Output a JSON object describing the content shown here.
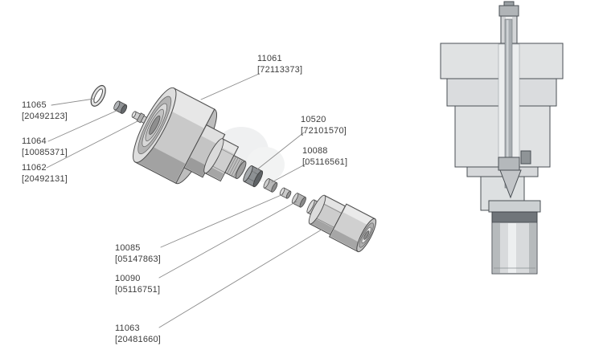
{
  "diagram": {
    "type": "exploded-parts-diagram",
    "parts": [
      {
        "number": "11065",
        "ref": "[20492123]"
      },
      {
        "number": "11064",
        "ref": "[10085371]"
      },
      {
        "number": "11062",
        "ref": "[20492131]"
      },
      {
        "number": "11061",
        "ref": "[72113373]"
      },
      {
        "number": "10520",
        "ref": "[72101570]"
      },
      {
        "number": "10088",
        "ref": "[05116561]"
      },
      {
        "number": "10085",
        "ref": "[05147863]"
      },
      {
        "number": "10090",
        "ref": "[05116751]"
      },
      {
        "number": "11063",
        "ref": "[20481660]"
      }
    ],
    "colors": {
      "outline": "#4a4a4a",
      "leader_line": "#8c8c8c",
      "fill_light": "#e7e7e7",
      "fill_mid": "#c9c9c9",
      "fill_dark": "#8d9194",
      "section_fill": "#dfe1e2"
    }
  }
}
